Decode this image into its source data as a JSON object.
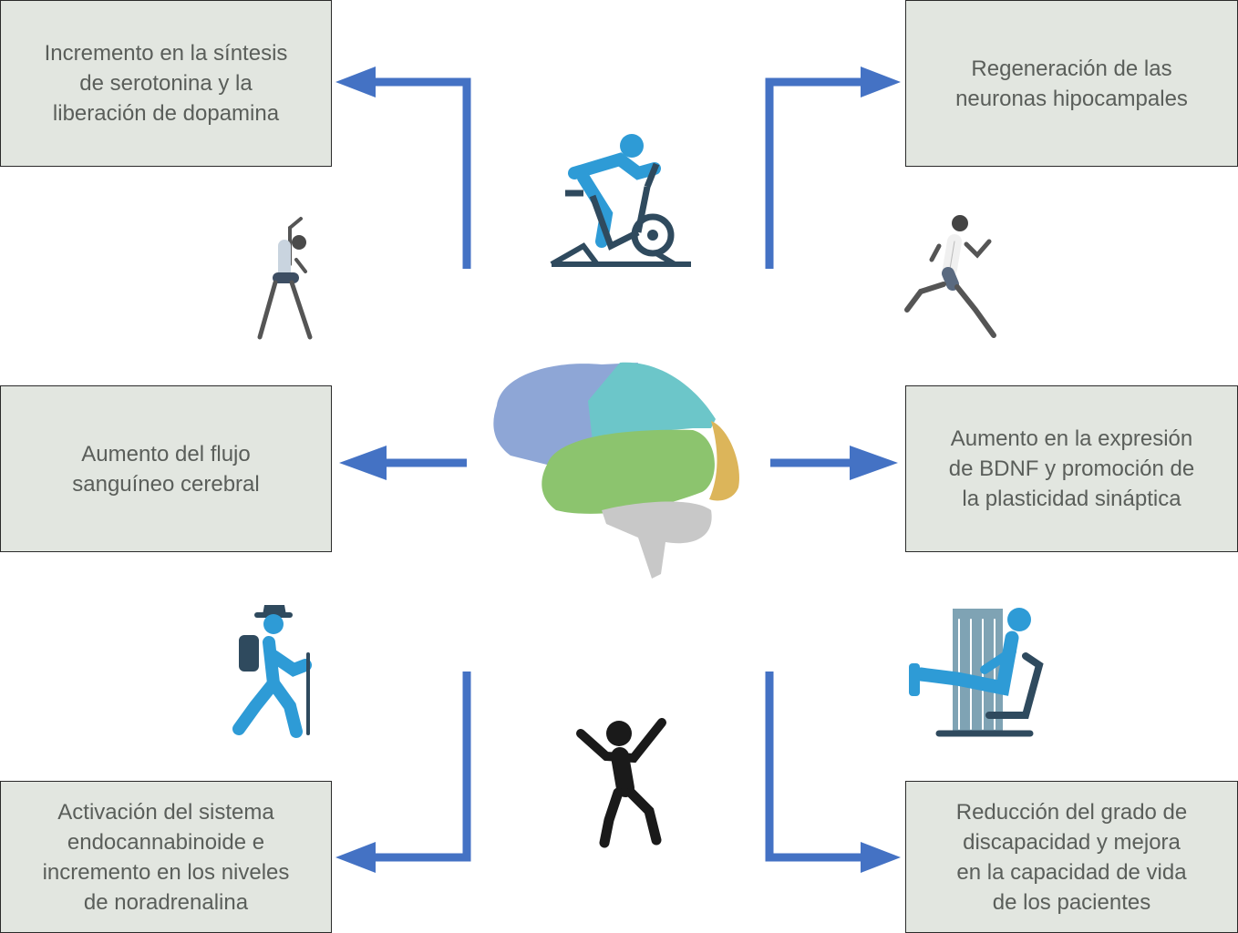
{
  "boxes": {
    "top_left": "Incremento en la síntesis\nde serotonina y la\nliberación de dopamina",
    "top_right": "Regeneración de las\nneuronas hipocampales",
    "middle_left": "Aumento del flujo\nsanguíneo cerebral",
    "middle_right": "Aumento en la expresión\nde BDNF y promoción de\nla plasticidad sináptica",
    "bottom_left": "Activación del sistema\nendocannabinoide e\nincremento en los niveles\nde noradrenalina",
    "bottom_right": "Reducción del grado de\ndiscapacidad y mejora\nen la capacidad de vida\nde los pacientes"
  },
  "colors": {
    "arrow": "#4472c4",
    "box_fill": "#e2e6e0",
    "figure_blue": "#2e9bd6",
    "figure_dark": "#2f4a5e"
  },
  "icons": [
    "stationary-bike-icon",
    "stretching-woman-icon",
    "running-man-icon",
    "brain-icon",
    "hiker-icon",
    "jumping-person-icon",
    "leg-press-machine-icon"
  ]
}
